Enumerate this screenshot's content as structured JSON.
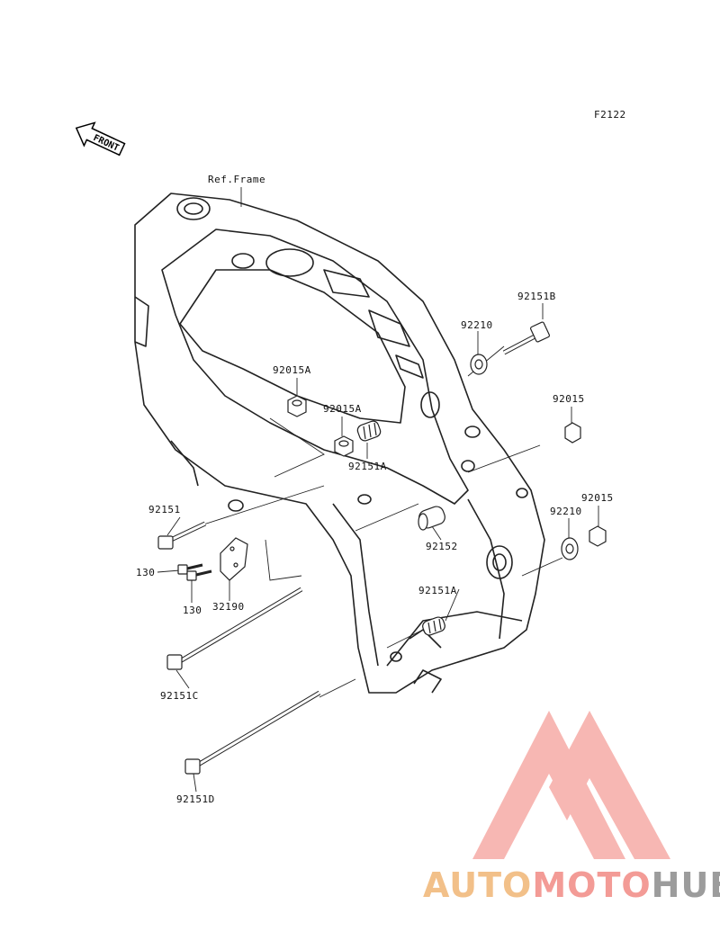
{
  "diagram_code": "F2122",
  "front_arrow_label": "FRONT",
  "labels": {
    "ref_frame": "Ref.Frame",
    "p92151B": "92151B",
    "p92210_top": "92210",
    "p92015A_top": "92015A",
    "p92015A_mid": "92015A",
    "p92151A_mid": "92151A",
    "p92015_right": "92015",
    "p92015_right2": "92015",
    "p92210_right": "92210",
    "p92151": "92151",
    "p92152": "92152",
    "p130_left": "130",
    "p130_bottom": "130",
    "p32190": "32190",
    "p92151A_low": "92151A",
    "p92151C": "92151C",
    "p92151D": "92151D"
  },
  "watermark": {
    "part1": "AUTO",
    "part2": "MOTO",
    "part3": "HUB",
    "colors": {
      "auto": "#f2c089",
      "moto": "#f39b96",
      "hub": "#9c9c9c",
      "logo": "#f39b96"
    }
  }
}
